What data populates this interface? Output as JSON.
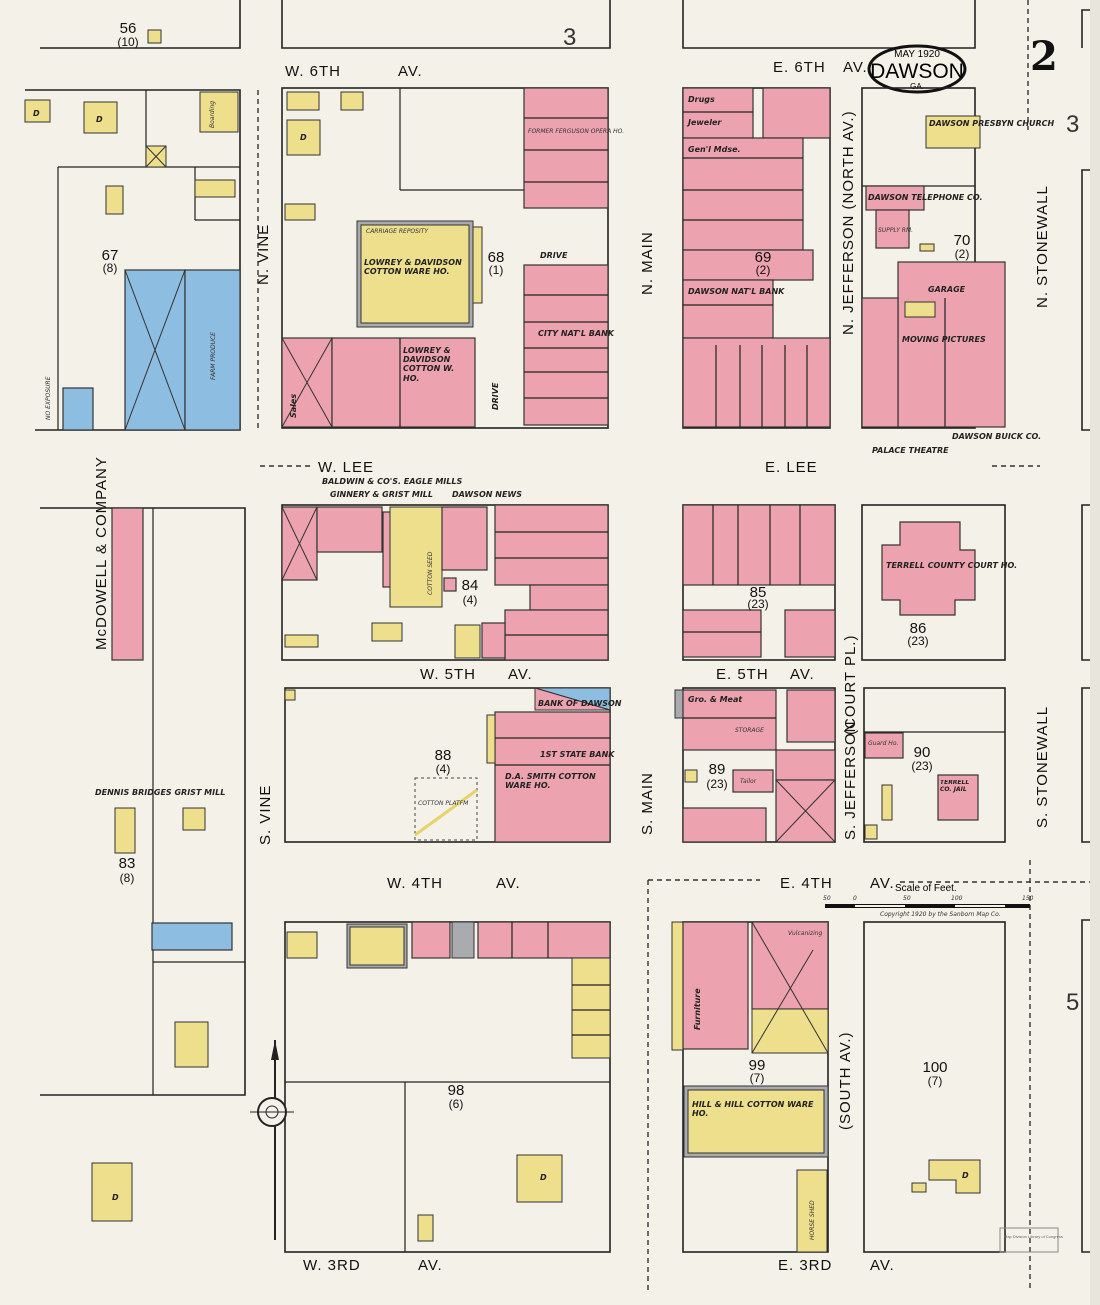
{
  "title": {
    "date": "MAY 1920",
    "town": "DAWSON",
    "state": "GA."
  },
  "sheet_number": "2",
  "adjoining_sheets": [
    "3",
    "3",
    "5"
  ],
  "streets": {
    "w6": "W. 6TH",
    "e6": "E. 6TH",
    "av": "AV.",
    "wlee": "W. LEE",
    "elee": "E. LEE",
    "w5": "W. 5TH",
    "e5": "E. 5TH",
    "w4": "W. 4TH",
    "e4": "E. 4TH",
    "w3": "W. 3RD",
    "e3": "E. 3RD",
    "nvine": "N. VINE",
    "svine": "S. VINE",
    "nmain": "N. MAIN",
    "smain": "S. MAIN",
    "njeff": "N. JEFFERSON (NORTH AV.)",
    "sjeff": "S. JEFFERSON",
    "court": "(COURT PL.)",
    "south_av": "(SOUTH AV.)",
    "nstone": "N. STONEWALL",
    "sstone": "S. STONEWALL",
    "mcdowell": "McDOWELL & COMPANY",
    "drive": "DRIVE"
  },
  "blocks": [
    {
      "num": "56",
      "sub": "(10)"
    },
    {
      "num": "67",
      "sub": "(8)"
    },
    {
      "num": "68",
      "sub": "(1)"
    },
    {
      "num": "69",
      "sub": "(2)"
    },
    {
      "num": "70",
      "sub": "(2)"
    },
    {
      "num": "84",
      "sub": "(4)"
    },
    {
      "num": "85",
      "sub": "(23)"
    },
    {
      "num": "86",
      "sub": "(23)"
    },
    {
      "num": "88",
      "sub": "(4)"
    },
    {
      "num": "89",
      "sub": "(23)"
    },
    {
      "num": "90",
      "sub": "(23)"
    },
    {
      "num": "83",
      "sub": "(8)"
    },
    {
      "num": "98",
      "sub": "(6)"
    },
    {
      "num": "99",
      "sub": "(7)"
    },
    {
      "num": "100",
      "sub": "(7)"
    }
  ],
  "labels": {
    "presbyn": "DAWSON PRESBYN CHURCH",
    "telephone": "DAWSON TELEPHONE CO.",
    "supply": "SUPPLY RM.",
    "garage": "GARAGE",
    "moving": "MOVING PICTURES",
    "palace": "PALACE THEATRE",
    "buick": "DAWSON BUICK CO.",
    "natl_bank": "DAWSON NAT'L BANK",
    "opera": "FORMER FERGUSON OPERA HO.",
    "city_bank": "CITY NAT'L BANK",
    "lowrey1": "LOWREY & DAVIDSON COTTON WARE HO.",
    "lowrey2": "LOWREY & DAVIDSON COTTON W. HO.",
    "carriage": "CARRIAGE REPOSITY",
    "baldwin": "BALDWIN & CO'S. EAGLE MILLS",
    "ginnery": "GINNERY & GRIST MILL",
    "news": "DAWSON NEWS",
    "cotton_seed": "COTTON SEED",
    "bank_dawson": "BANK OF DAWSON",
    "first_state": "1ST STATE BANK",
    "smith": "D.A. SMITH COTTON WARE HO.",
    "cotton_platf": "COTTON PLATFM",
    "courthouse": "TERRELL COUNTY COURT HO.",
    "jail": "TERRELL CO. JAIL",
    "dennis": "DENNIS BRIDGES GRIST MILL",
    "hill": "HILL & HILL COTTON WARE HO.",
    "furniture": "Furniture",
    "horse_shed": "HORSE SHED",
    "farm_produce": "FARM PRODUCE",
    "boarding": "Boarding",
    "no_exposure": "NO EXPOSURE",
    "gro_meat": "Gro. & Meat",
    "storage": "STORAGE",
    "guard": "Guard Ho.",
    "tailor": "Tailor",
    "vulcanizing": "Vulcanizing",
    "drugs": "Drugs",
    "jeweler": "Jeweler",
    "gents": "Gen'l Mdse.",
    "sales": "Sales",
    "d": "D"
  },
  "scale": {
    "title": "Scale of Feet.",
    "ticks": [
      "50",
      "0",
      "50",
      "100",
      "150"
    ],
    "copyright": "Copyright 1920 by the Sanborn Map Co."
  },
  "stamp": "Map Division Library of Congress",
  "colors": {
    "brick": "#eda3af",
    "frame": "#eedf8c",
    "fireproof": "#8dbde0",
    "background": "#f4f2e8"
  }
}
